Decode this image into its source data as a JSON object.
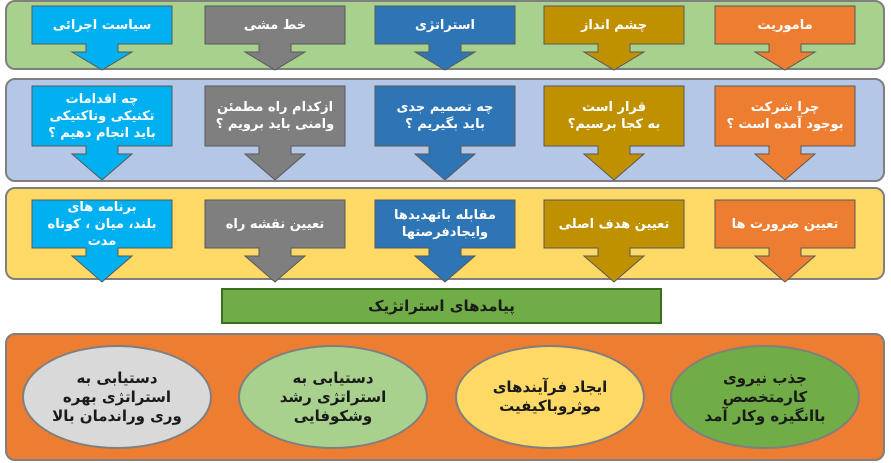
{
  "columns": [
    {
      "color": "#ed7d31",
      "header": "ماموریت",
      "question": [
        "چرا شرکت",
        "بوجود آمده است ؟"
      ],
      "action": [
        "تعیین ضرورت ها"
      ]
    },
    {
      "color": "#bf9000",
      "header": "چشم انداز",
      "question": [
        "قرار است",
        "به کجا برسیم؟"
      ],
      "action": [
        "تعیین هدف اصلی"
      ]
    },
    {
      "color": "#2e75b6",
      "header": "استراتژی",
      "question": [
        "چه تصمیم جدی",
        "باید بگیریم ؟"
      ],
      "action": [
        "مقابله باتهدیدها",
        "وایجادفرصتها"
      ]
    },
    {
      "color": "#7f7f7f",
      "header": "خط مشی",
      "question": [
        "ازکدام راه مطمئن",
        "وامنی باید برویم ؟"
      ],
      "action": [
        "تعیین نقشه راه"
      ]
    },
    {
      "color": "#00b0f0",
      "header": "سیاست اجرائی",
      "question": [
        "چه اقدامات",
        "تکنیکی وتاکتیکی",
        "باید انجام دهیم ؟"
      ],
      "action": [
        "برنامه های",
        "بلند، میان ، کوتاه مدت"
      ]
    }
  ],
  "outcome_title": "پیامدهای استراتژیک",
  "outcomes": [
    {
      "lines": [
        "جذب نیروی",
        "کارمتخصص",
        "باانگیزه وکار آمد"
      ],
      "color": "#70ad47"
    },
    {
      "lines": [
        "ایجاد فرآیندهای",
        "موثروباکیفیت"
      ],
      "color": "#ffd966"
    },
    {
      "lines": [
        "دستیابی به",
        "استراتژی رشد",
        "وشکوفایی"
      ],
      "color": "#a9d18e"
    },
    {
      "lines": [
        "دستیابی به",
        "استراتژی بهره",
        "وری وراندمان بالا"
      ],
      "color": "#d9d9d9"
    }
  ]
}
